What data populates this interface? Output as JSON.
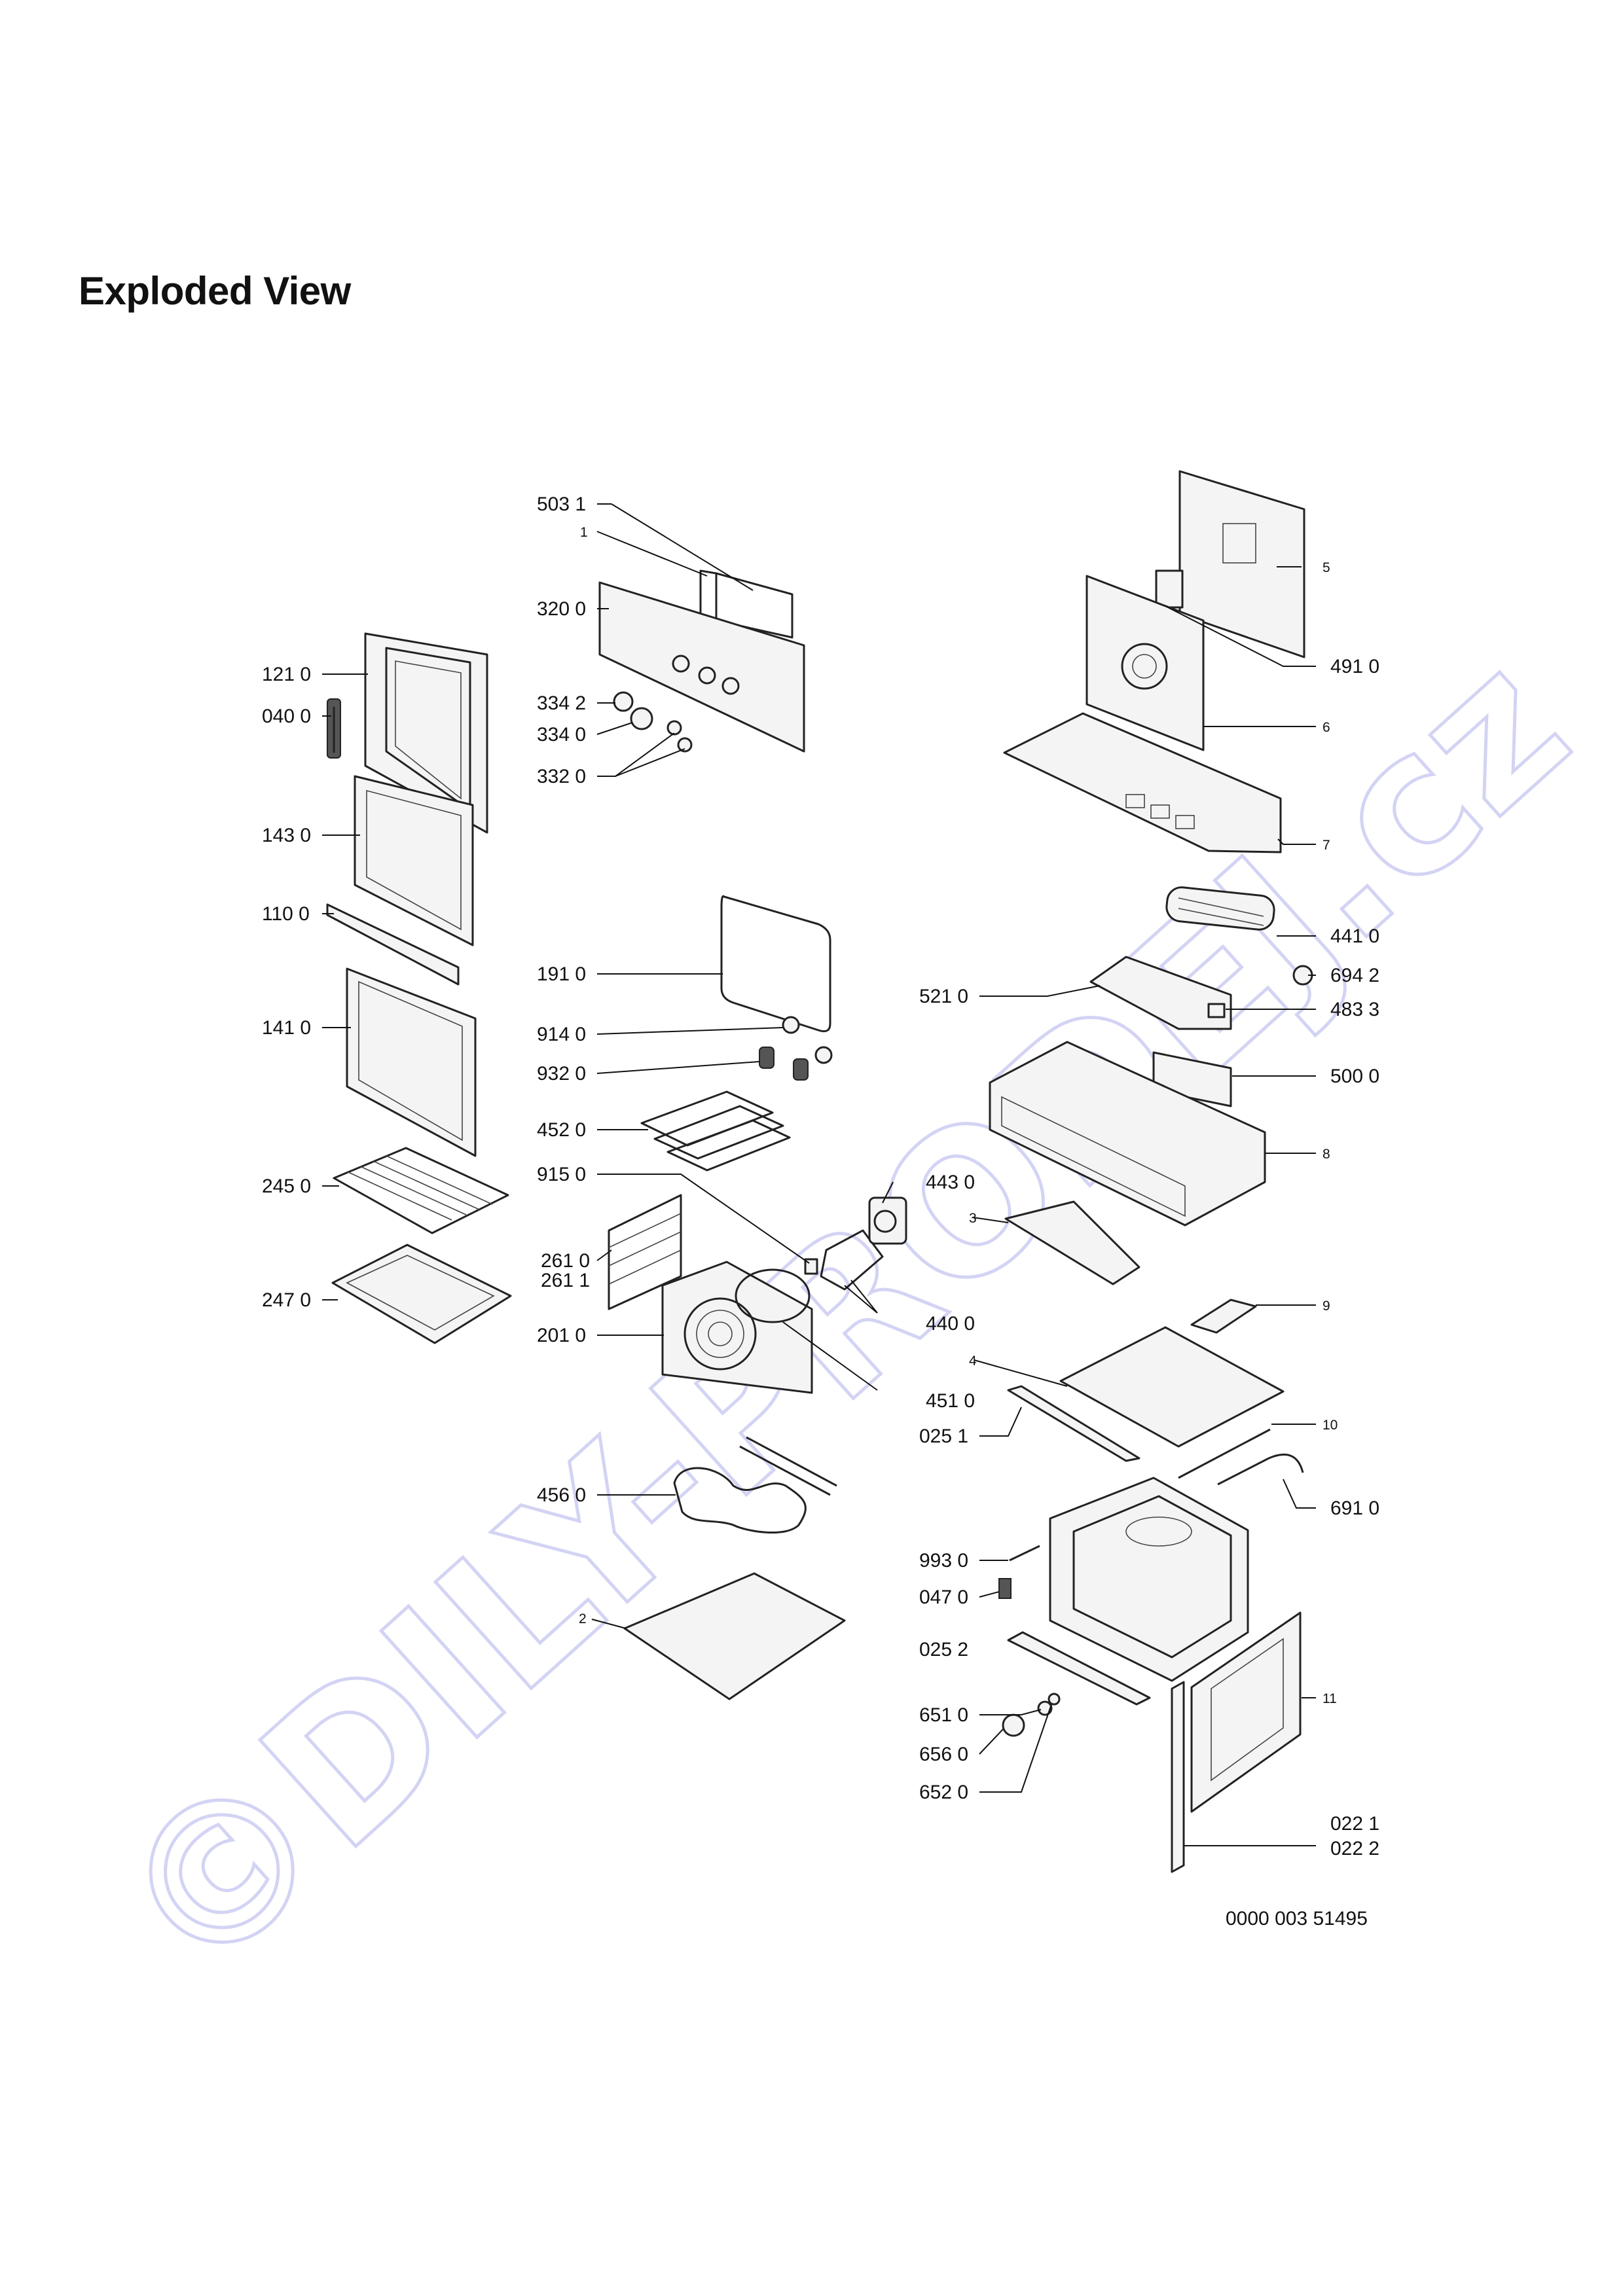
{
  "title": "Exploded View",
  "watermark": "©DILY-PRODEJ.cz",
  "document_code": "0000 003 51495",
  "labels": {
    "p5031": "503 1",
    "p1": "1",
    "p3200": "320 0",
    "p3342": "334 2",
    "p3340": "334 0",
    "p3320": "332 0",
    "p1210": "121 0",
    "p0400": "040 0",
    "p1430": "143 0",
    "p1100": "110 0",
    "p1410": "141 0",
    "p2450": "245 0",
    "p2470": "247 0",
    "p1910": "191 0",
    "p9140": "914 0",
    "p9320": "932 0",
    "p4520": "452 0",
    "p9150": "915 0",
    "p4430": "443 0",
    "p2610": "261 0",
    "p2611": "261 1",
    "p4400": "440 0",
    "p2010": "201 0",
    "p4510": "451 0",
    "p4560": "456 0",
    "p2": "2",
    "p5": "5",
    "p4910": "491 0",
    "p6": "6",
    "p7": "7",
    "p4410": "441 0",
    "p6942": "694 2",
    "p5210": "521 0",
    "p4833": "483 3",
    "p5000": "500 0",
    "p8": "8",
    "p3": "3",
    "p9": "9",
    "p4": "4",
    "p0251": "025 1",
    "p10": "10",
    "p6910": "691 0",
    "p9930": "993 0",
    "p0470": "047 0",
    "p0252": "025 2",
    "p11": "11",
    "p6510": "651 0",
    "p6560": "656 0",
    "p6520": "652 0",
    "p0221": "022 1",
    "p0222": "022 2"
  }
}
